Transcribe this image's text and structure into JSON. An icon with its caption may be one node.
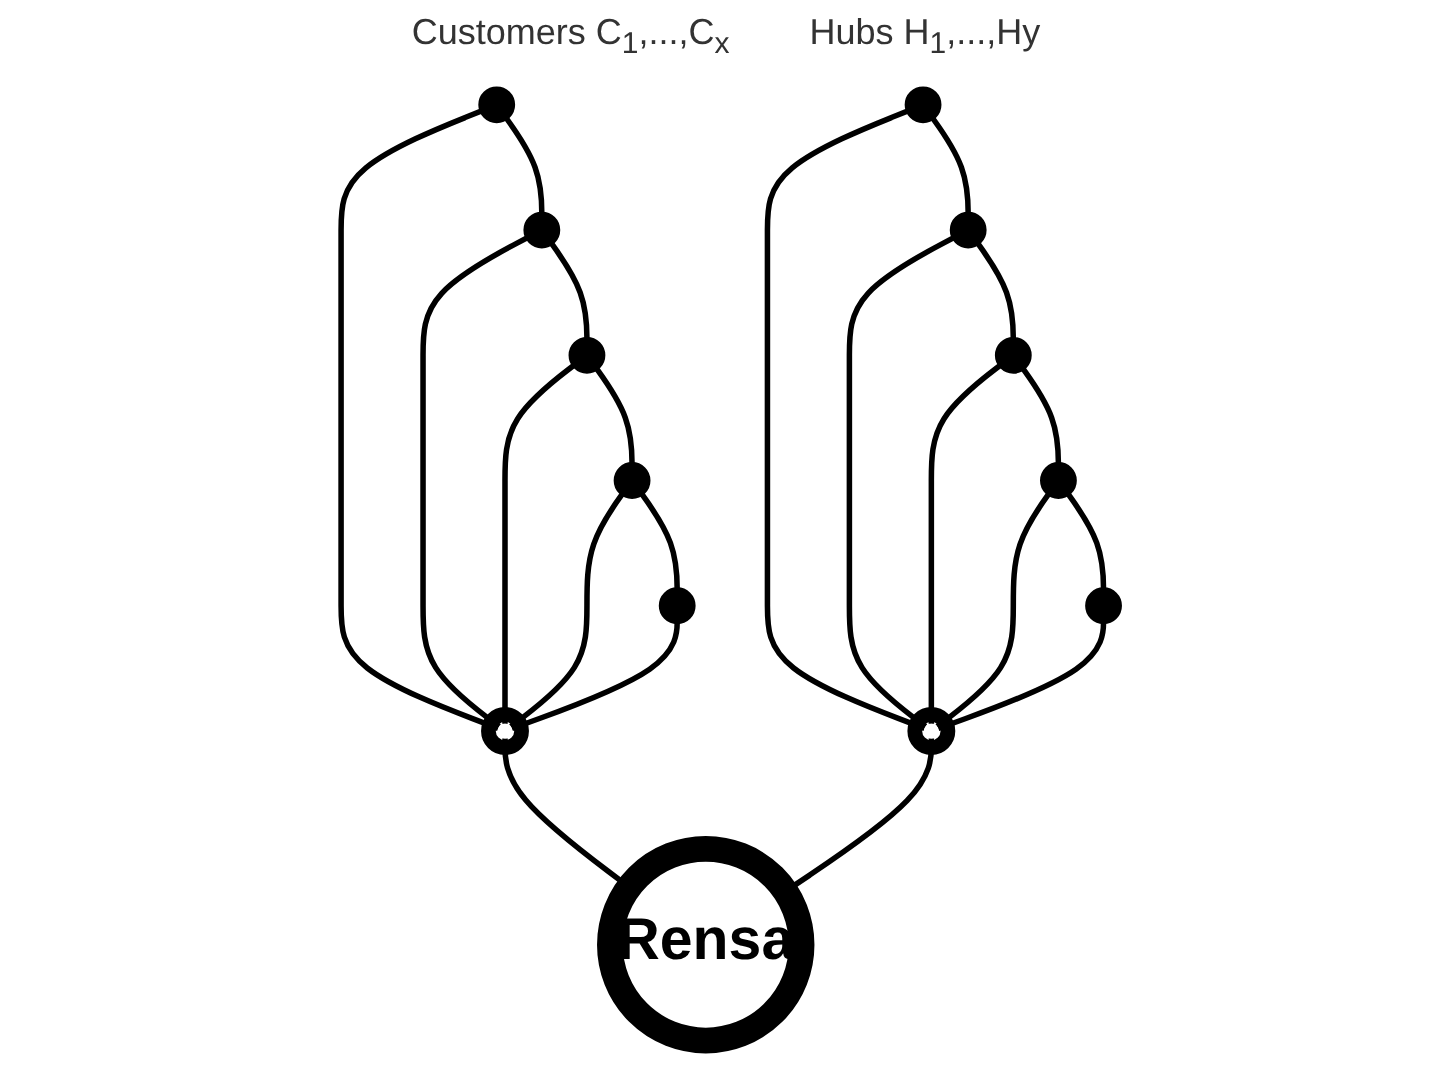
{
  "diagram": {
    "nodes": [
      {
        "text": [],
        "shape": "circle"
      },
      {
        "text": [],
        "shape": "circle"
      },
      {
        "text": [],
        "shape": "circle"
      },
      {
        "text": [],
        "shape": "circle"
      },
      {
        "text": [],
        "shape": "circle"
      },
      {
        "text": [],
        "shape": "circle"
      },
      {
        "text": [],
        "shape": "circle"
      },
      {
        "text": [],
        "shape": "circle"
      },
      {
        "text": [],
        "shape": "circle"
      },
      {
        "text": [],
        "shape": "circle"
      },
      {
        "text": [],
        "shape": "circle"
      },
      {
        "text": [],
        "shape": "circle"
      },
      {
        "text": [
          "Rensa"
        ]
      }
    ],
    "edges": [
      {
        "from": 0,
        "to": 1,
        "arrow": "none"
      },
      {
        "from": 1,
        "to": 2,
        "arrow": "none"
      },
      {
        "from": 2,
        "to": 3,
        "arrow": "none"
      },
      {
        "from": 3,
        "to": 4,
        "arrow": "none"
      },
      {
        "from": 5,
        "to": 6,
        "arrow": "none"
      },
      {
        "from": 6,
        "to": 7,
        "arrow": "none"
      },
      {
        "from": 7,
        "to": 8,
        "arrow": "none"
      },
      {
        "from": 8,
        "to": 9,
        "arrow": "none"
      },
      {
        "from": 0,
        "to": 10,
        "arrow": "none"
      },
      {
        "from": 1,
        "to": 10,
        "arrow": "none"
      },
      {
        "from": 2,
        "to": 10,
        "arrow": "none"
      },
      {
        "from": 3,
        "to": 10,
        "arrow": "none"
      },
      {
        "from": 4,
        "to": 10,
        "arrow": "none"
      },
      {
        "from": 5,
        "to": 11,
        "arrow": "none"
      },
      {
        "from": 6,
        "to": 11,
        "arrow": "none"
      },
      {
        "from": 7,
        "to": 11,
        "arrow": "none"
      },
      {
        "from": 8,
        "to": 11,
        "arrow": "none"
      },
      {
        "from": 9,
        "to": 11,
        "arrow": "none"
      },
      {
        "from": 10,
        "to": 12,
        "arrow": "none"
      },
      {
        "from": 11,
        "to": 12,
        "arrow": "none"
      }
    ],
    "labels": [
      "Customers C$_{1}$,...,C$_{x}$",
      "Hubs H$_{1}$,...,Hy"
    ]
  }
}
